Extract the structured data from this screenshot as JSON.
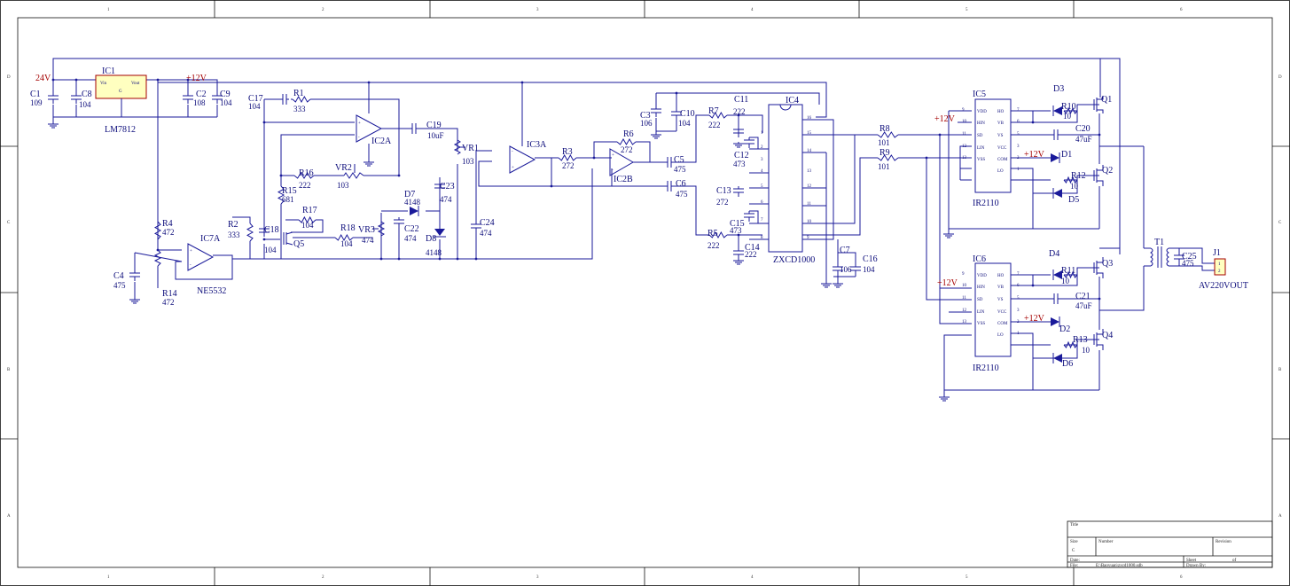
{
  "ref_labels": {
    "IC1": "IC1",
    "C1": "C1",
    "C8": "C8",
    "C2": "C2",
    "C9": "C9",
    "C17": "C17",
    "R1": "R1",
    "C19": "C19",
    "VR1": "VR1",
    "IC3A": "IC3A",
    "R3": "R3",
    "R6": "R6",
    "IC2B": "IC2B",
    "C5": "C5",
    "C6": "C6",
    "C3": "C3",
    "C10": "C10",
    "R7": "R7",
    "C11": "C11",
    "IC4": "IC4",
    "C12": "C12",
    "C13": "C13",
    "C15": "C15",
    "R5": "R5",
    "C14": "C14",
    "C7": "C7",
    "C16": "C16",
    "R8": "R8",
    "R9": "R9",
    "IC5": "IC5",
    "IC6": "IC6",
    "D3": "D3",
    "R10": "R10",
    "C20": "C20",
    "D1": "D1",
    "R12": "R12",
    "D5": "D5",
    "Q1": "Q1",
    "Q2": "Q2",
    "D4": "D4",
    "R11": "R11",
    "C21": "C21",
    "D2": "D2",
    "R13": "R13",
    "D6": "D6",
    "Q3": "Q3",
    "Q4": "Q4",
    "T1": "T1",
    "C25": "C25",
    "J1": "J1",
    "R4": "R4",
    "C4": "C4",
    "R14": "R14",
    "IC7A": "IC7A",
    "R2": "R2",
    "C18": "C18",
    "Q5": "Q5",
    "R17": "R17",
    "R18": "R18",
    "VR3": "VR3",
    "C22": "C22",
    "D7": "D7",
    "D8": "D8",
    "C23": "C23",
    "C24": "C24",
    "R15": "R15",
    "R16": "R16",
    "VR2": "VR2",
    "IC2A": "IC2A"
  },
  "values": {
    "C1": "109",
    "C8": "104",
    "C2": "108",
    "C9": "104",
    "IC1": "LM7812",
    "C17": "104",
    "R1": "333",
    "C19": "10uF",
    "VR1": "103",
    "R3": "272",
    "R6": "272",
    "C5": "475",
    "C6": "475",
    "C3": "106",
    "C10": "104",
    "R7": "222",
    "C11": "222",
    "C12": "473",
    "C13": "272",
    "C15": "473",
    "R5": "222",
    "C14": "222",
    "IC4": "ZXCD1000",
    "C7": "106",
    "C16": "104",
    "R8": "101",
    "R9": "101",
    "IC5": "IR2110",
    "IC6": "IR2110",
    "R10": "10",
    "C20": "47uF",
    "R12": "10",
    "R11": "10",
    "C21": "47uF",
    "R13": "10",
    "C25": "475",
    "J1": "AV220VOUT",
    "R4": "472",
    "C4": "475",
    "R14": "472",
    "IC7A": "NE5532",
    "R2": "333",
    "C18": "104",
    "R17": "104",
    "R18": "104",
    "VR3": "474",
    "C22": "474",
    "D7": "4148",
    "D8": "4148",
    "C23": "474",
    "C24": "474",
    "R15": "681",
    "R16": "222",
    "VR2": "103"
  },
  "power": {
    "in": "24V",
    "v12": "+12V"
  },
  "ic1_pins": {
    "vin": "Vin",
    "vout": "Vout",
    "gnd": "G"
  },
  "ir2110_pins": [
    "VDD",
    "HIN",
    "SD",
    "LIN",
    "VSS",
    "HO",
    "VB",
    "VS",
    "VCC",
    "COM",
    "LO"
  ],
  "ir2110_pin_numbers": [
    "9",
    "10",
    "11",
    "12",
    "13",
    "7",
    "6",
    "5",
    "3",
    "2",
    "1"
  ],
  "ic4_pin_numbers": [
    "1",
    "2",
    "3",
    "4",
    "5",
    "6",
    "7",
    "8",
    "16",
    "15",
    "14",
    "13",
    "12",
    "11",
    "10",
    "9"
  ],
  "j1_pins": [
    "1",
    "2"
  ],
  "border_zones_columns": [
    "1",
    "2",
    "3",
    "4",
    "5",
    "6"
  ],
  "border_zones_rows": [
    "D",
    "C",
    "B",
    "A"
  ],
  "title_block": {
    "title": "Title",
    "size": "Size",
    "size_value": "C",
    "number": "Number",
    "revision": "Revision",
    "date": "Date:",
    "sheet": "Sheet",
    "of": "of",
    "file": "File:",
    "file_value": "E:\\Baoyuan\\zxcd1000.sdb",
    "drawn_by": "Drawn By:"
  },
  "colors": {
    "ink": "#1a1a9a",
    "power_label": "#a40000",
    "border": "#111111",
    "chip_fill": "#ffffc0"
  }
}
